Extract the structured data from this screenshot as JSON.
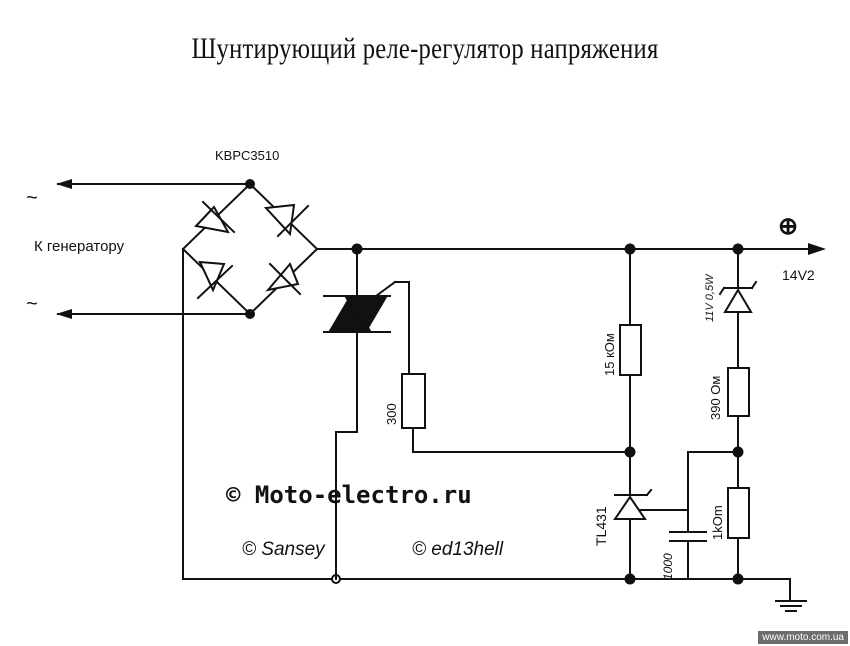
{
  "title": "Шунтирующий реле-регулятор напряжения",
  "labels": {
    "bridge": "KBPC3510",
    "generator": "К генератору",
    "ac_symbol": "~",
    "plus_symbol": "⊕",
    "output_voltage": "14V2",
    "zener": "11V 0,5W",
    "r_gate": "300",
    "r_15k": "15 кОм",
    "r_390": "390 Ом",
    "regulator": "TL431",
    "r_1k": "1kOm",
    "capacitor": "1000"
  },
  "copyright": {
    "main": "© Moto-electro.ru",
    "author1": "© Sansey",
    "author2": "© ed13hell"
  },
  "footer": "www.moto.com.ua"
}
